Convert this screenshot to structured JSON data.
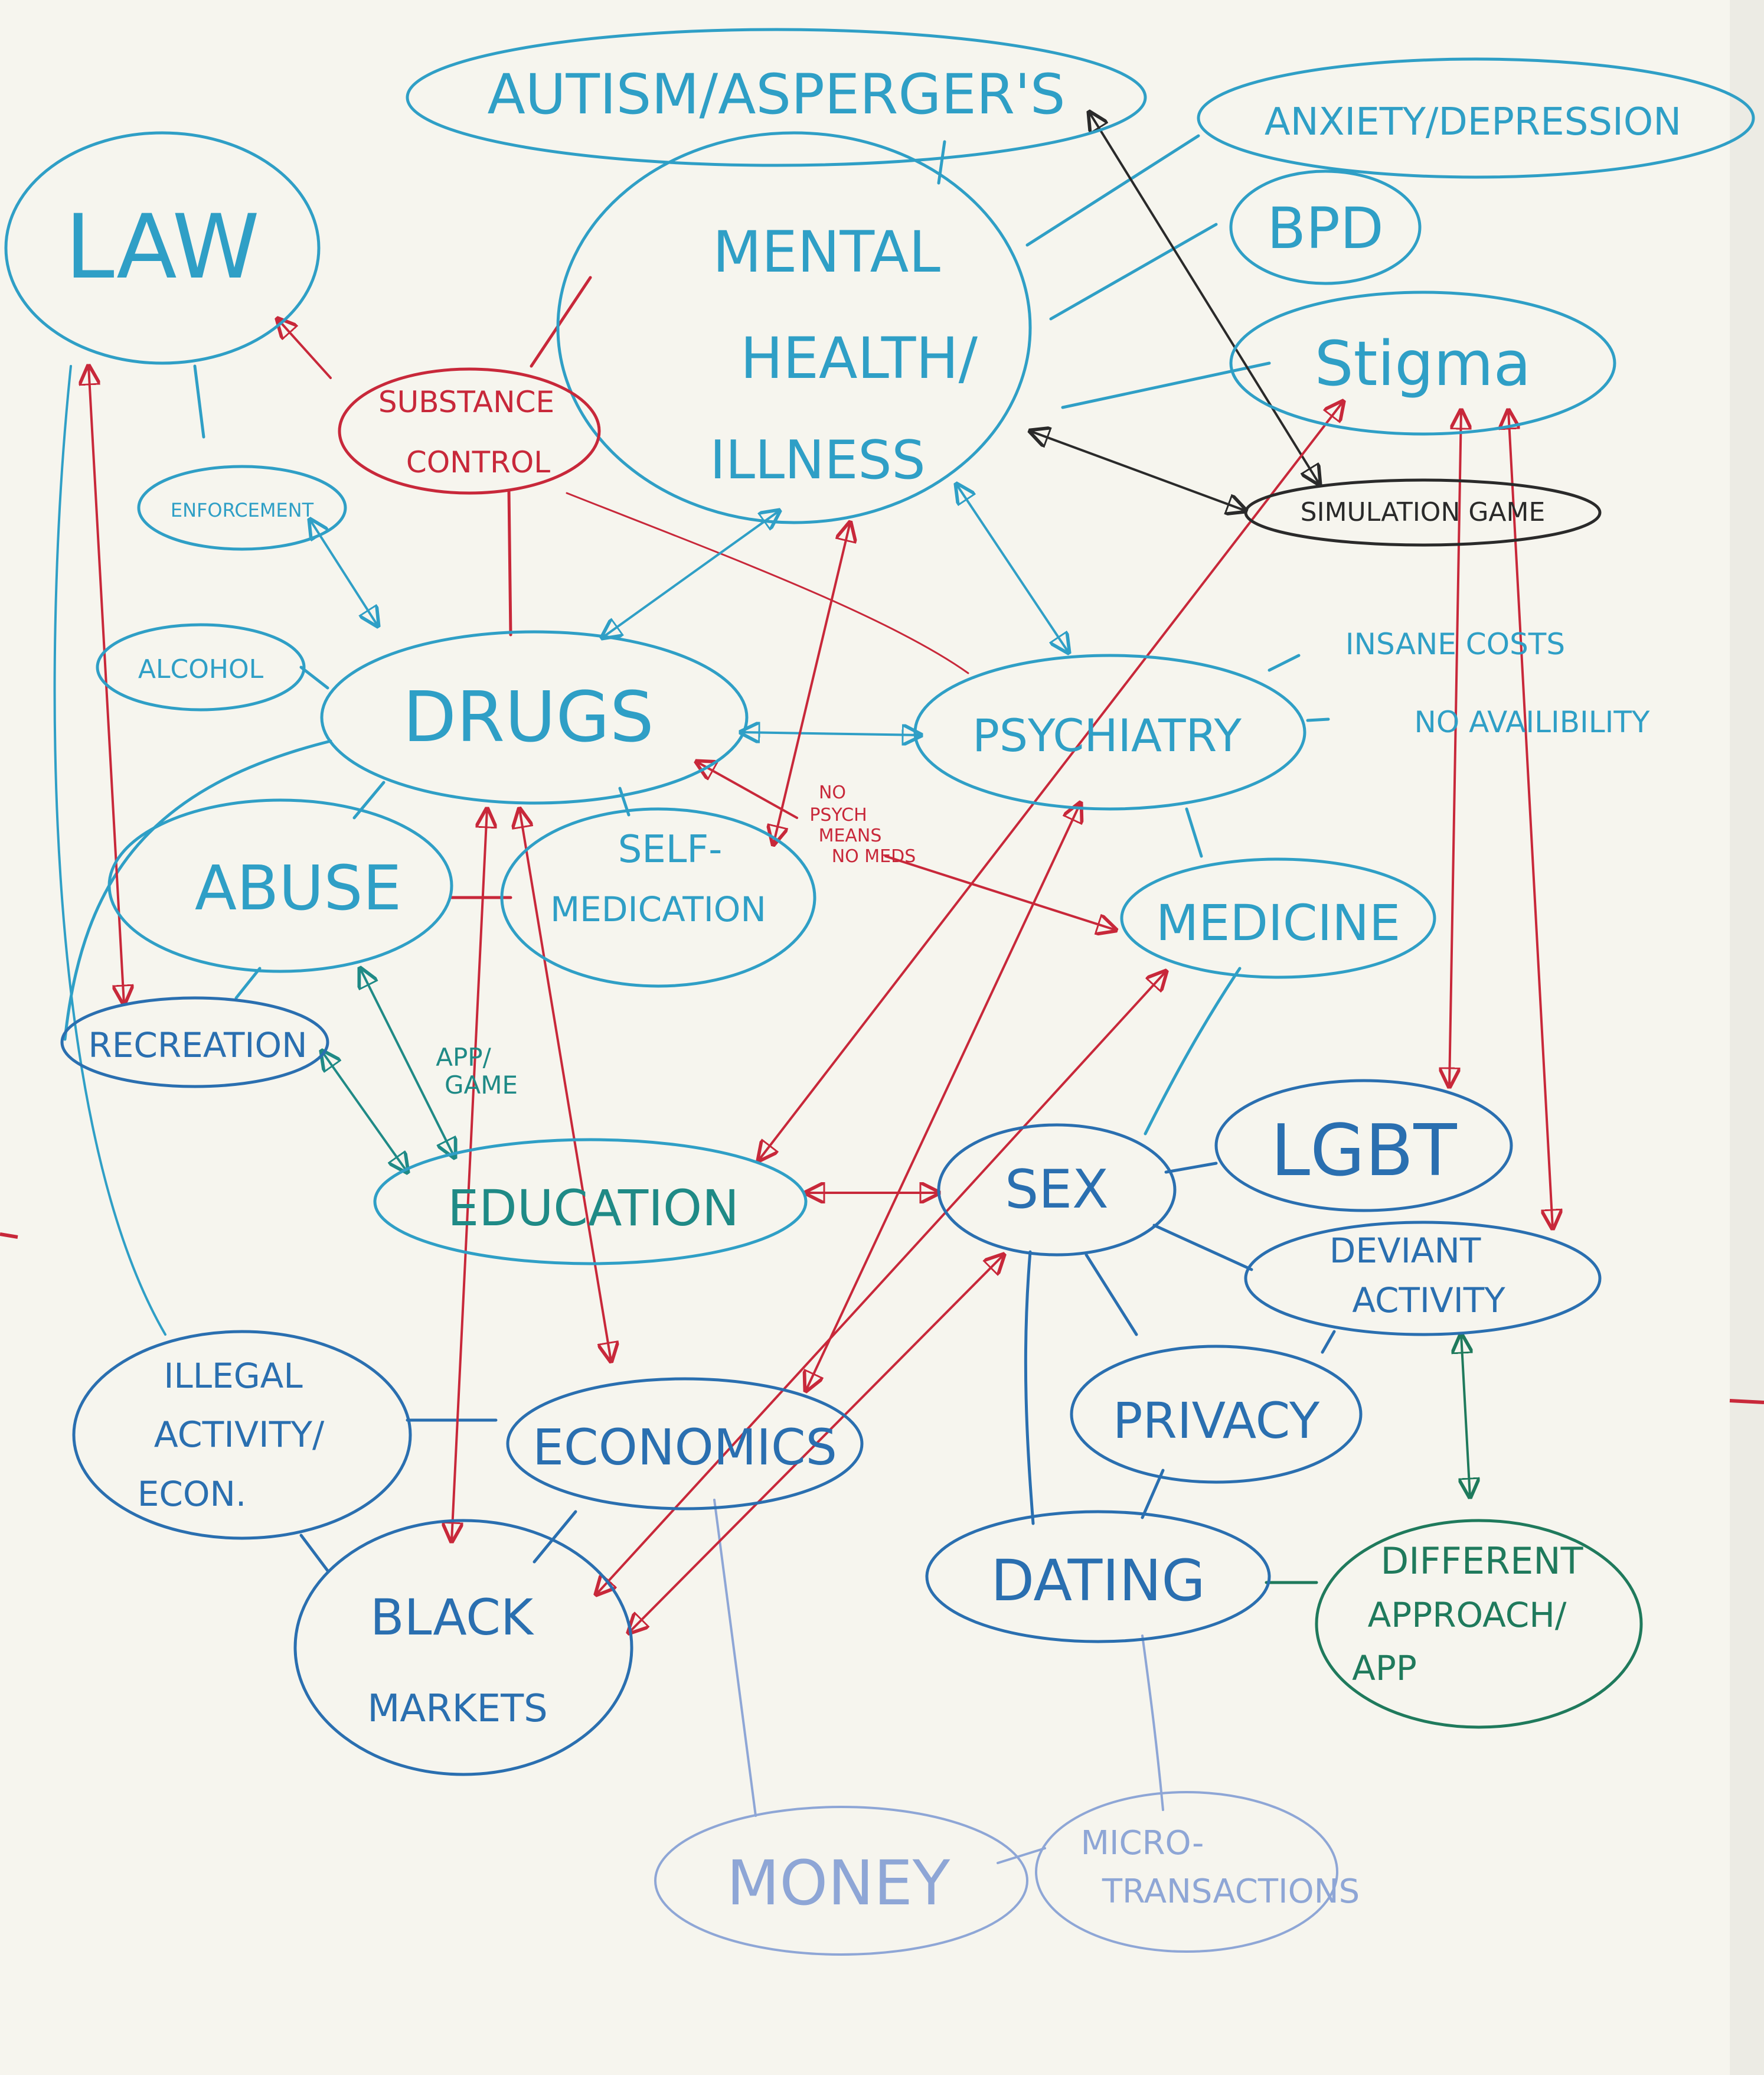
{
  "colors": {
    "cyan": "#2f9fc6",
    "blue": "#2a6fb0",
    "teal": "#1f8a86",
    "green": "#1f7a5c",
    "red": "#c8283a",
    "black": "#2a2a2a",
    "lavender": "#8ea6d6",
    "paper": "#f6f5ee"
  },
  "nodes": {
    "autism": "AUTISM/ASPERGER'S",
    "anxiety": "ANXIETY/DEPRESSION",
    "bpd": "BPD",
    "stigma": "Stigma",
    "law": "LAW",
    "mental1": "MENTAL",
    "mental2": "HEALTH/",
    "mental3": "ILLNESS",
    "substance1": "SUBSTANCE",
    "substance2": "CONTROL",
    "enforcement": "ENFORCEMENT",
    "simulation": "SIMULATION GAME",
    "alcohol": "ALCOHOL",
    "drugs": "DRUGS",
    "psychiatry": "PSYCHIATRY",
    "insane_costs": "INSANE COSTS",
    "no_availability": "NO AVAILIBILITY",
    "abuse": "ABUSE",
    "self1": "SELF-",
    "self2": "MEDICATION",
    "no_psych1": "NO",
    "no_psych2": "PSYCH",
    "no_psych3": "MEANS",
    "no_psych4": "NO MEDS",
    "medicine": "MEDICINE",
    "recreation": "RECREATION",
    "app_game1": "APP/",
    "app_game2": "GAME",
    "education": "EDUCATION",
    "sex": "SEX",
    "lgbt": "LGBT",
    "deviant1": "DEVIANT",
    "deviant2": "ACTIVITY",
    "illegal1": "ILLEGAL",
    "illegal2": "ACTIVITY/",
    "illegal3": "ECON.",
    "economics": "ECONOMICS",
    "privacy": "PRIVACY",
    "black1": "BLACK",
    "black2": "MARKETS",
    "dating": "DATING",
    "different1": "DIFFERENT",
    "different2": "APPROACH/",
    "different3": "APP",
    "money": "MONEY",
    "micro1": "MICRO-",
    "micro2": "TRANSACTIONS"
  }
}
